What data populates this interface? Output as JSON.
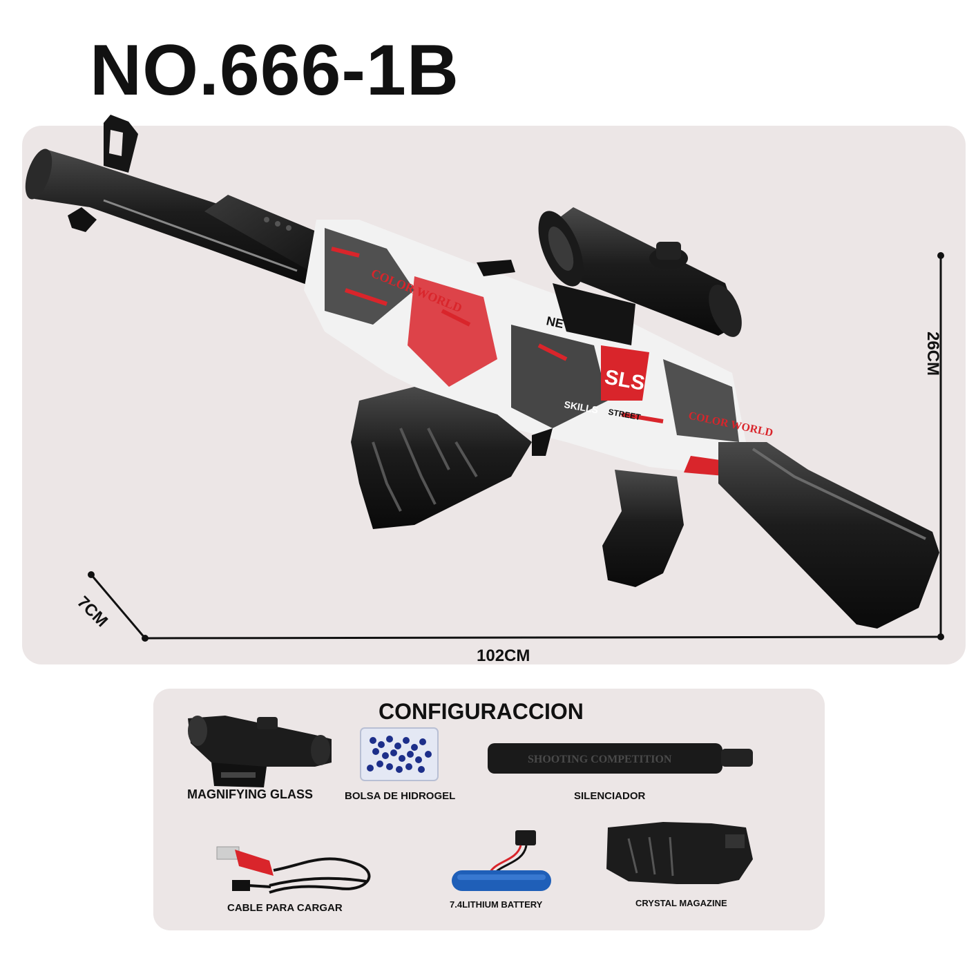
{
  "header": {
    "model": "NO.666-1B"
  },
  "dimensions": {
    "length": "102CM",
    "height": "26CM",
    "depth": "7CM"
  },
  "print": {
    "color_world_1": "COLOR WORLD",
    "color_world_2": "COLOR WORLD",
    "never": "NEVERNEVER",
    "skills": "SKILLS",
    "street": "STREET",
    "sls": "SLS"
  },
  "configuration": {
    "title": "CONFIGURACCION",
    "items": [
      {
        "label": "MAGNIFYING GLASS",
        "icon": "scope-icon"
      },
      {
        "label": "BOLSA DE HIDROGEL",
        "icon": "gel-beads-bag-icon"
      },
      {
        "label": "SILENCIADOR",
        "icon": "silencer-icon"
      },
      {
        "label": "CABLE PARA CARGAR",
        "icon": "usb-charging-cable-icon"
      },
      {
        "label": "7.4LITHIUM BATTERY",
        "icon": "battery-icon"
      },
      {
        "label": "CRYSTAL MAGAZINE",
        "icon": "magazine-icon"
      }
    ],
    "silencer_text": "SHOOTING COMPETITION"
  },
  "colors": {
    "accent": "#d9252b",
    "body": "#1a1a1a",
    "panel": "#ece6e6"
  }
}
